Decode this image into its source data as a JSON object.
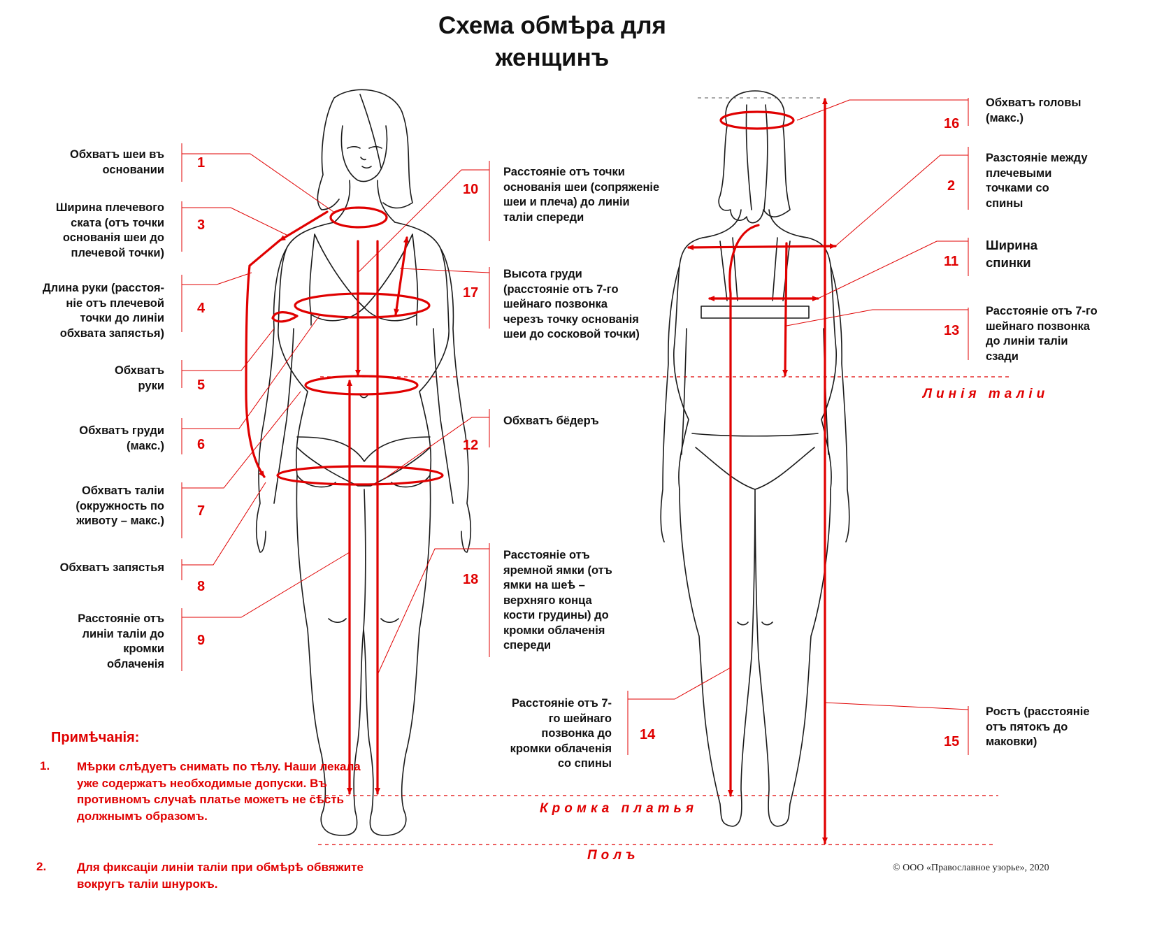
{
  "title": "Схема обмѣра для\nженщинъ",
  "left_labels": [
    {
      "id": "1",
      "text": "Обхватъ шеи въ\nосновании"
    },
    {
      "id": "3",
      "text": "Ширина плечевого\nската (отъ точки\nоснованія шеи до\nплечевой точки)"
    },
    {
      "id": "4",
      "text": "Длина руки (расстоя-\nніе отъ плечевой\nточки до линіи\nобхвата запястья)"
    },
    {
      "id": "5",
      "text": "Обхватъ\nруки"
    },
    {
      "id": "6",
      "text": "Обхватъ груди\n(макс.)"
    },
    {
      "id": "7",
      "text": "Обхватъ таліи\n(окружность по\nживоту – макс.)"
    },
    {
      "id": "8",
      "text": "Обхватъ запястья"
    },
    {
      "id": "9",
      "text": "Расстояніе отъ\nлиніи таліи до\nкромки\nоблаченія"
    }
  ],
  "middle_labels": [
    {
      "id": "10",
      "text": "Расстояніе отъ точки\nоснованія шеи (сопряженіе\nшеи и плеча) до линіи\nталіи спереди"
    },
    {
      "id": "17",
      "text": "Высота груди\n(расстояніе отъ 7-го\nшейнаго позвонка\nчерезъ точку основанія\nшеи до сосковой точки)"
    },
    {
      "id": "12",
      "text": "Обхватъ бёдеръ"
    },
    {
      "id": "18",
      "text": "Расстояніе отъ\nяремной ямки (отъ\nямки на шеѣ –\nверхняго конца\nкости грудины) до\nкромки облаченія\nспереди"
    },
    {
      "id": "14",
      "text": "Расстояніе отъ 7-\nго шейнаго\nпозвонка до\nкромки облаченія\nсо спины"
    }
  ],
  "right_labels": [
    {
      "id": "16",
      "text": "Обхватъ головы\n(макс.)"
    },
    {
      "id": "2",
      "text": "Разстояніе между\nплечевыми\nточками со\nспины"
    },
    {
      "id": "11",
      "text": "Ширина\nспинки"
    },
    {
      "id": "13",
      "text": "Расстояніе отъ 7-го\nшейнаго позвонка\nдо линіи таліи\nсзади"
    },
    {
      "id": "15",
      "text": "Ростъ (расстояніе\nотъ пятокъ до\nмаковки)"
    }
  ],
  "lines": {
    "waist": "Линія таліи",
    "hem": "Кромка платья",
    "floor": "Полъ"
  },
  "notes": {
    "title": "Примѣчанія:",
    "items": [
      {
        "n": "1.",
        "text": "Мѣрки слѣдуетъ снимать по тѣлу. Наши лекала уже содержатъ необходимые допуски. Въ противномъ случаѣ платье можетъ не сѣсть должнымъ образомъ."
      },
      {
        "n": "2.",
        "text": "Для фиксаціи линіи таліи при обмѣрѣ обвяжите вокругъ таліи шнурокъ."
      }
    ]
  },
  "copyright": "© ООО «Православное узорье», 2020",
  "colors": {
    "accent": "#e00000",
    "ink": "#111111",
    "figure": "#1a1a1a"
  }
}
